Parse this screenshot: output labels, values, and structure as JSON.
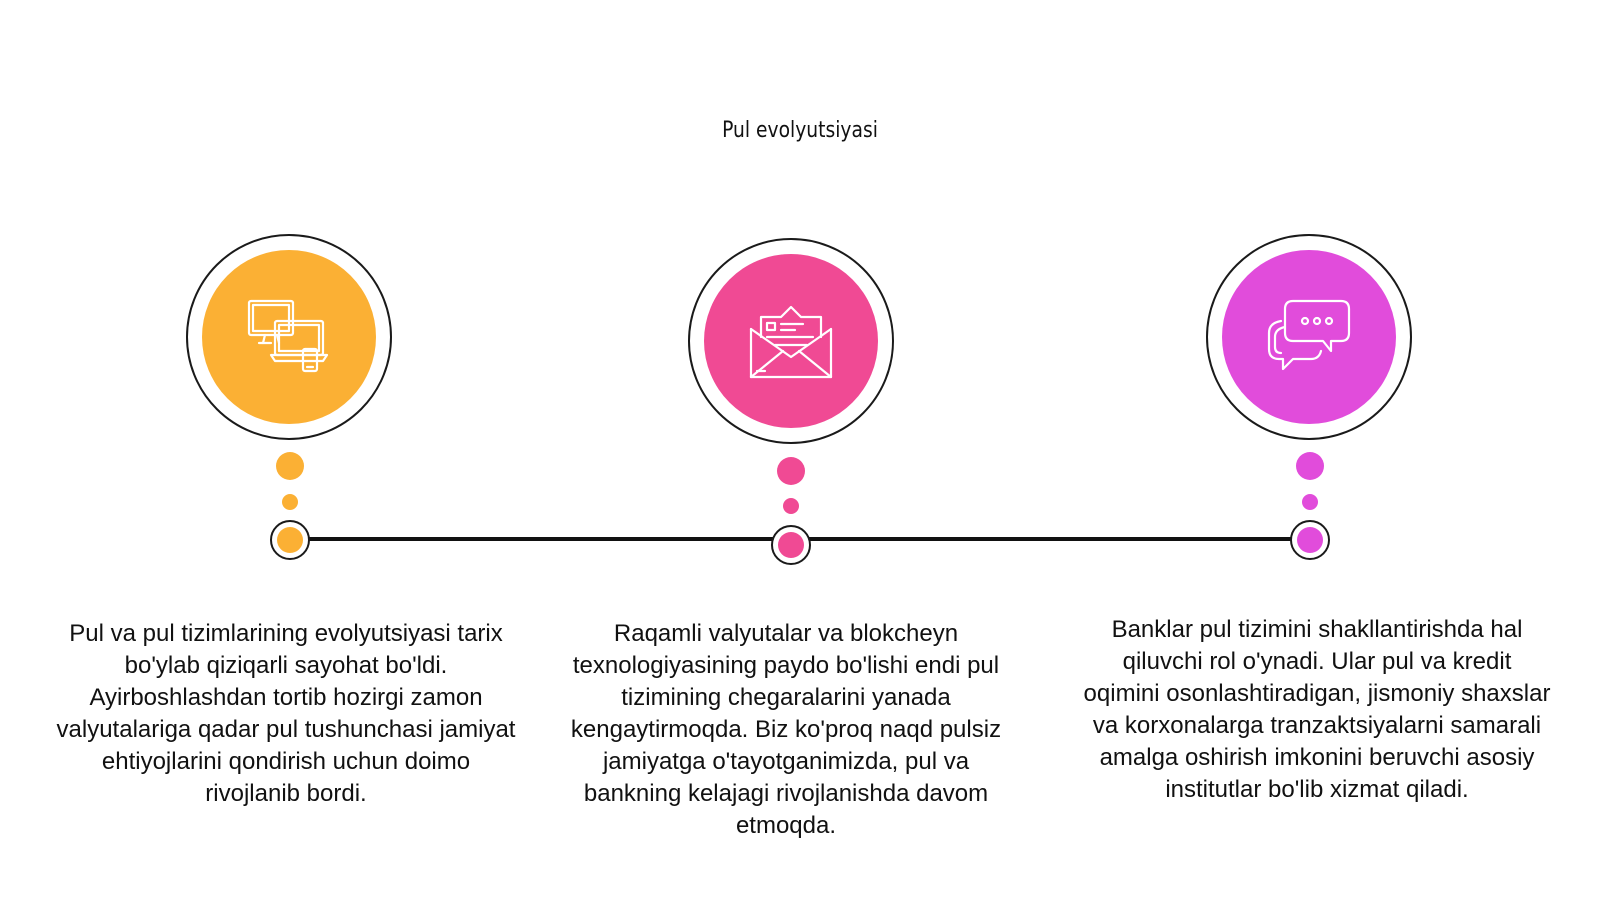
{
  "title": "Pul evolyutsiyasi",
  "colors": {
    "orange": "#fbb034",
    "pink": "#f04a94",
    "magenta": "#e14cdb",
    "line": "#111111"
  },
  "steps": [
    {
      "icon": "devices-icon",
      "color": "#fbb034",
      "text": "Pul va pul tizimlarining evolyutsiyasi tarix bo'ylab qiziqarli sayohat bo'ldi. Ayirboshlashdan tortib hozirgi zamon valyutalariga qadar pul tushunchasi jamiyat ehtiyojlarini qondirish uchun doimo rivojlanib bordi."
    },
    {
      "icon": "envelope-letter-icon",
      "color": "#f04a94",
      "text": "Raqamli valyutalar va blokcheyn texnologiyasining paydo bo'lishi endi pul tizimining chegaralarini yanada kengaytirmoqda. Biz ko'proq naqd pulsiz jamiyatga o'tayotganimizda, pul va bankning kelajagi rivojlanishda davom etmoqda."
    },
    {
      "icon": "chat-bubbles-icon",
      "color": "#e14cdb",
      "text": "Banklar pul tizimini shakllantirishda hal qiluvchi rol o'ynadi. Ular pul va kredit oqimini osonlashtiradigan, jismoniy shaxslar va korxonalarga tranzaktsiyalarni samarali amalga oshirish imkonini beruvchi asosiy institutlar bo'lib xizmat qiladi."
    }
  ]
}
